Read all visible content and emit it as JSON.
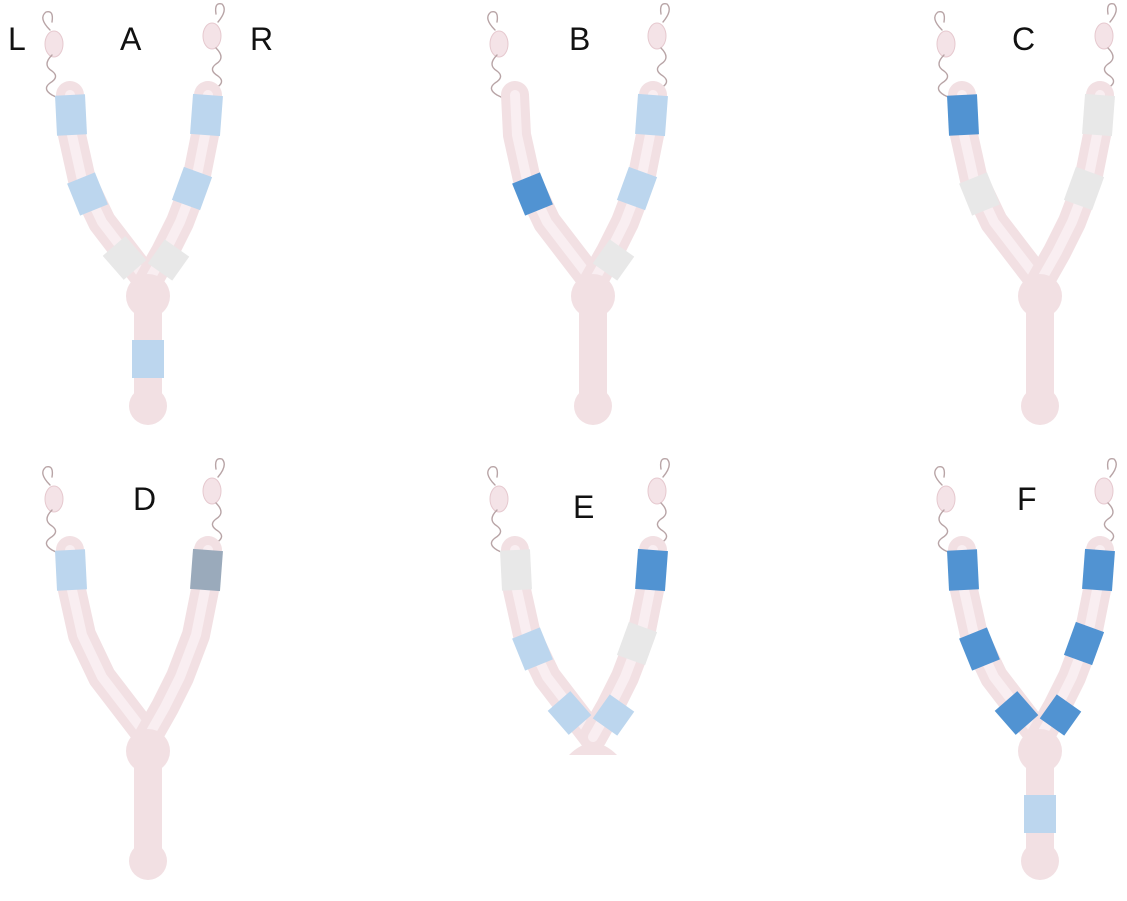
{
  "colors": {
    "tissue": "#f2e0e3",
    "tissue_shade": "#e6c9cf",
    "ovary": "#f4e3e7",
    "light_blue": "#bcd6ee",
    "dark_blue": "#5193d2",
    "light_gray": "#e8e8e8",
    "slate_gray": "#9aaabb"
  },
  "orientation": {
    "left": "L",
    "right": "R"
  },
  "panels": [
    {
      "label": "A",
      "has_body": true,
      "regions": [
        {
          "segment": "L1",
          "color": "light_blue"
        },
        {
          "segment": "R1",
          "color": "light_blue"
        },
        {
          "segment": "L2",
          "color": "light_blue"
        },
        {
          "segment": "R2",
          "color": "light_blue"
        },
        {
          "segment": "L3",
          "color": "light_gray"
        },
        {
          "segment": "R3",
          "color": "light_gray"
        },
        {
          "segment": "body",
          "color": "light_blue"
        }
      ]
    },
    {
      "label": "B",
      "has_body": true,
      "regions": [
        {
          "segment": "R1",
          "color": "light_blue"
        },
        {
          "segment": "L2",
          "color": "dark_blue"
        },
        {
          "segment": "R2",
          "color": "light_blue"
        },
        {
          "segment": "R3",
          "color": "light_gray"
        }
      ]
    },
    {
      "label": "C",
      "has_body": true,
      "regions": [
        {
          "segment": "L1",
          "color": "dark_blue"
        },
        {
          "segment": "R1",
          "color": "light_gray"
        },
        {
          "segment": "L2",
          "color": "light_gray"
        },
        {
          "segment": "R2",
          "color": "light_gray"
        }
      ]
    },
    {
      "label": "D",
      "has_body": true,
      "regions": [
        {
          "segment": "L1",
          "color": "light_blue"
        },
        {
          "segment": "R1",
          "color": "slate_gray"
        }
      ]
    },
    {
      "label": "E",
      "has_body": false,
      "regions": [
        {
          "segment": "L1",
          "color": "light_gray"
        },
        {
          "segment": "R1",
          "color": "dark_blue"
        },
        {
          "segment": "L2",
          "color": "light_blue"
        },
        {
          "segment": "R2",
          "color": "light_gray"
        },
        {
          "segment": "L3",
          "color": "light_blue"
        },
        {
          "segment": "R3",
          "color": "light_blue"
        }
      ]
    },
    {
      "label": "F",
      "has_body": true,
      "regions": [
        {
          "segment": "L1",
          "color": "dark_blue"
        },
        {
          "segment": "R1",
          "color": "dark_blue"
        },
        {
          "segment": "L2",
          "color": "dark_blue"
        },
        {
          "segment": "R2",
          "color": "dark_blue"
        },
        {
          "segment": "L3",
          "color": "dark_blue"
        },
        {
          "segment": "R3",
          "color": "dark_blue"
        },
        {
          "segment": "body",
          "color": "light_blue"
        }
      ]
    }
  ]
}
